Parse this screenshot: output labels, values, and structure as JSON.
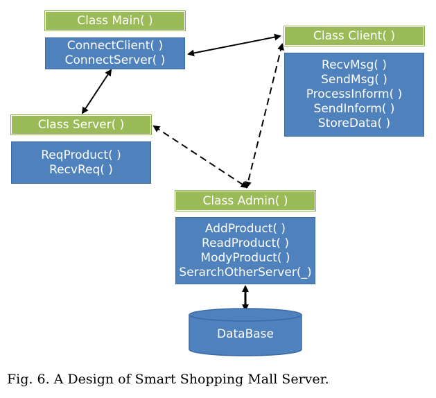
{
  "classes": {
    "main": {
      "title": "Class Main( )",
      "methods": [
        "ConnectClient( )",
        "ConnectServer( )"
      ]
    },
    "client": {
      "title": "Class Client( )",
      "methods": [
        "RecvMsg( )",
        "SendMsg( )",
        "ProcessInform( )",
        "SendInform( )",
        "StoreData( )"
      ]
    },
    "server": {
      "title": "Class Server( )",
      "methods": [
        "ReqProduct( )",
        "RecvReq( )"
      ]
    },
    "admin": {
      "title": "Class Admin( )",
      "methods": [
        "AddProduct( )",
        "ReadProduct( )",
        "ModyProduct( )",
        "SerarchOtherServer(_)"
      ]
    }
  },
  "database": {
    "label": "DataBase"
  },
  "caption": "Fig. 6. A Design of Smart Shopping Mall Server.",
  "colors": {
    "header": "#9bbb59",
    "body": "#4f81bd",
    "text": "#ffffff"
  }
}
